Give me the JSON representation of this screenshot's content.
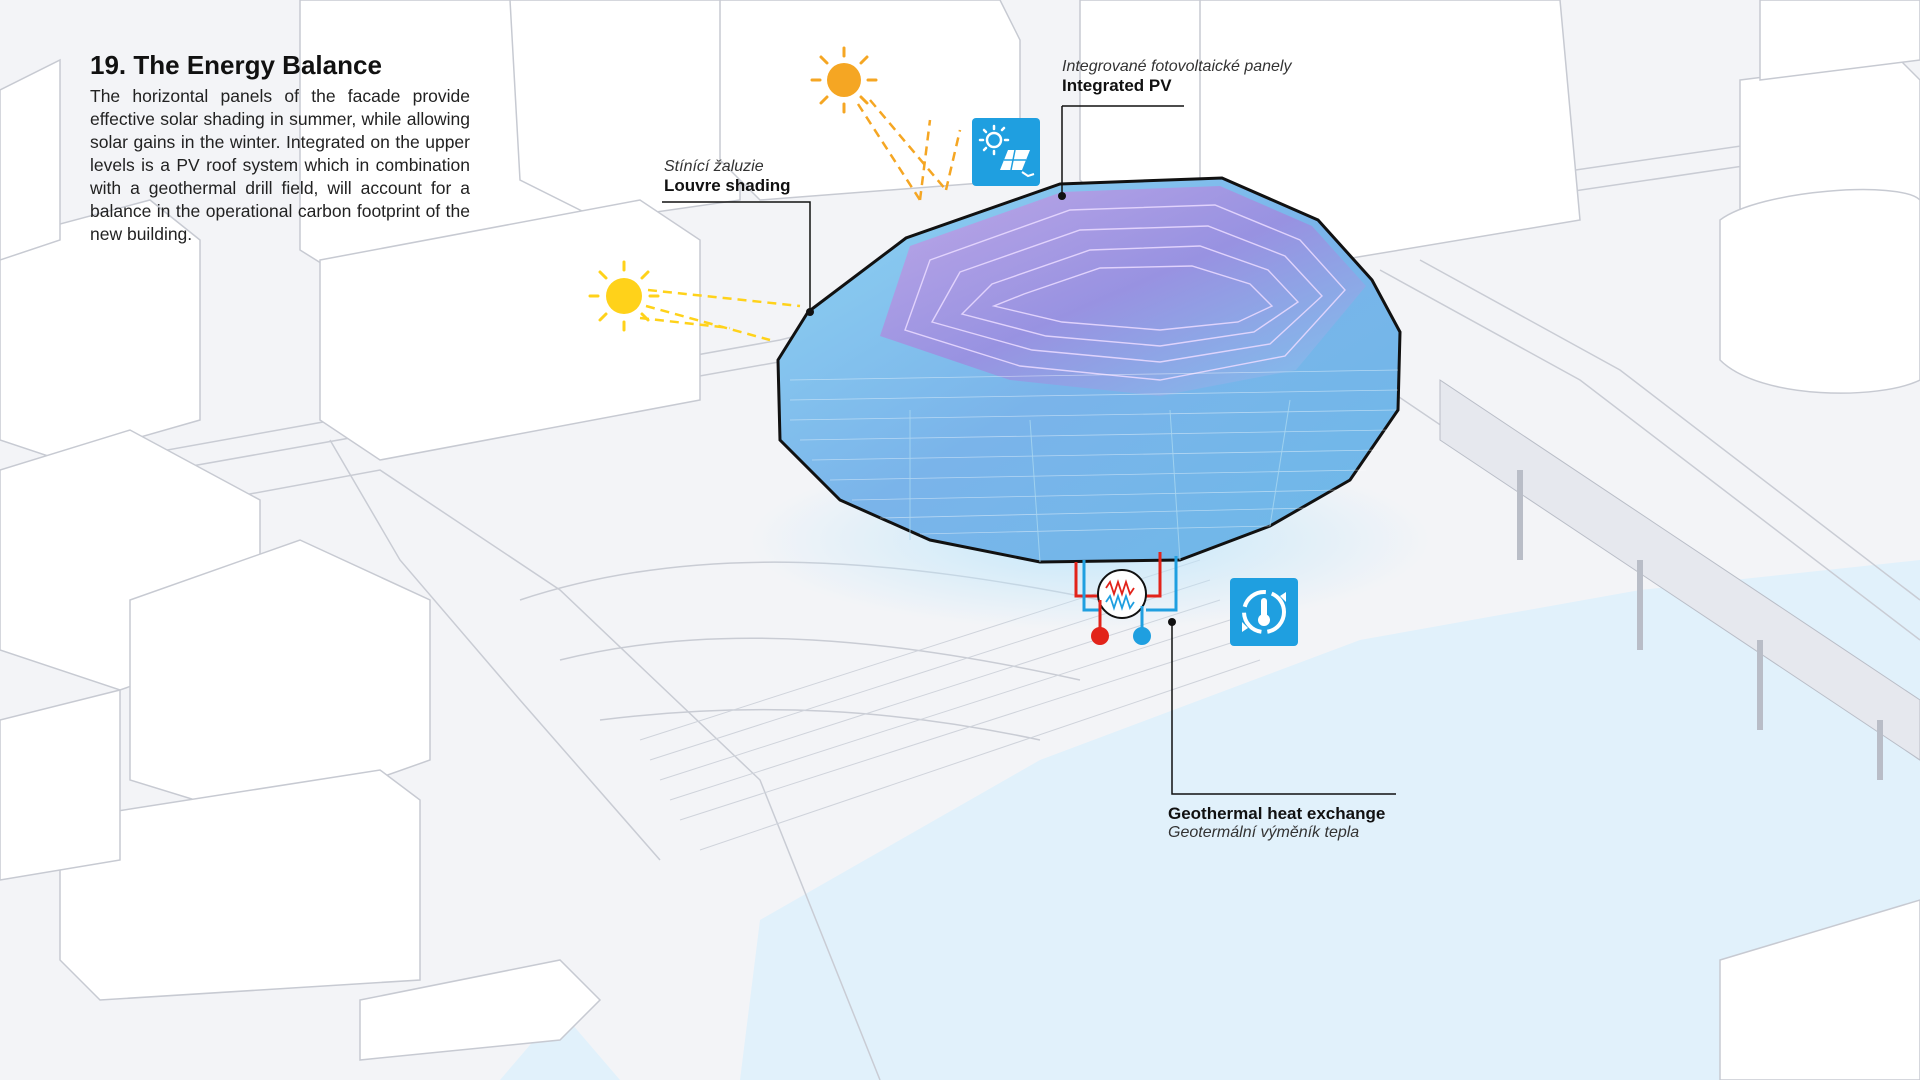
{
  "panel": {
    "title": "19. The Energy Balance",
    "body": "The horizontal panels of the facade provide effective solar shading in summer, while allowing solar gains in the winter. Integrated on the upper levels is a PV roof system which in combination with a geothermal drill field, will account for a balance in the operational carbon footprint of the new building."
  },
  "labels": {
    "pv": {
      "cz": "Integrované fotovoltaické panely",
      "en": "Integrated PV"
    },
    "louvre": {
      "cz": "Stínící žaluzie",
      "en": "Louvre shading"
    },
    "geo": {
      "en": "Geothermal heat exchange",
      "cz": "Geotermální výměník tepla"
    }
  },
  "icons": {
    "pv": "solar-panel-icon",
    "geo": "thermostat-cycle-icon",
    "sun": "sun-icon",
    "heat_exchanger": "heat-exchanger-icon"
  },
  "colors": {
    "accent_icon": "#1f9fe0",
    "sun": "#f5a623",
    "sun_yellow": "#ffd21a",
    "hot": "#e2231a",
    "cold": "#1f9fe0",
    "water": "#dff0fb"
  }
}
